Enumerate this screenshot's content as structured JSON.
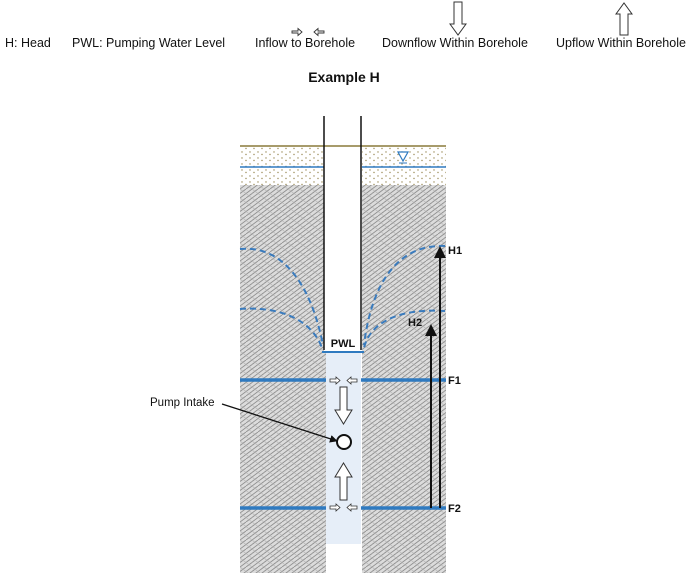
{
  "legend": {
    "head": "H: Head",
    "pwl": "PWL: Pumping Water Level",
    "inflow": "Inflow to Borehole",
    "downflow": "Downflow Within Borehole",
    "upflow": "Upflow Within Borehole"
  },
  "title": "Example H",
  "labels": {
    "pwl": "PWL",
    "pump_intake": "Pump Intake",
    "h1": "H1",
    "h2": "H2",
    "f1": "F1",
    "f2": "F2"
  },
  "colors": {
    "water_blue": "#2f7ac0",
    "dashed_blue": "#3a7bbd",
    "sand_line": "#8a7a3a",
    "rock_fill": "#d8d8d8",
    "rock_line": "#9a9a9a",
    "borehole_fill": "#e6eef8",
    "arrow_dark": "#111111"
  },
  "icons": {
    "inflow_arrows": "inflow-arrows-icon",
    "downflow_arrow": "down-arrow-icon",
    "upflow_arrow": "up-arrow-icon",
    "water_table": "water-table-triangle-icon"
  }
}
